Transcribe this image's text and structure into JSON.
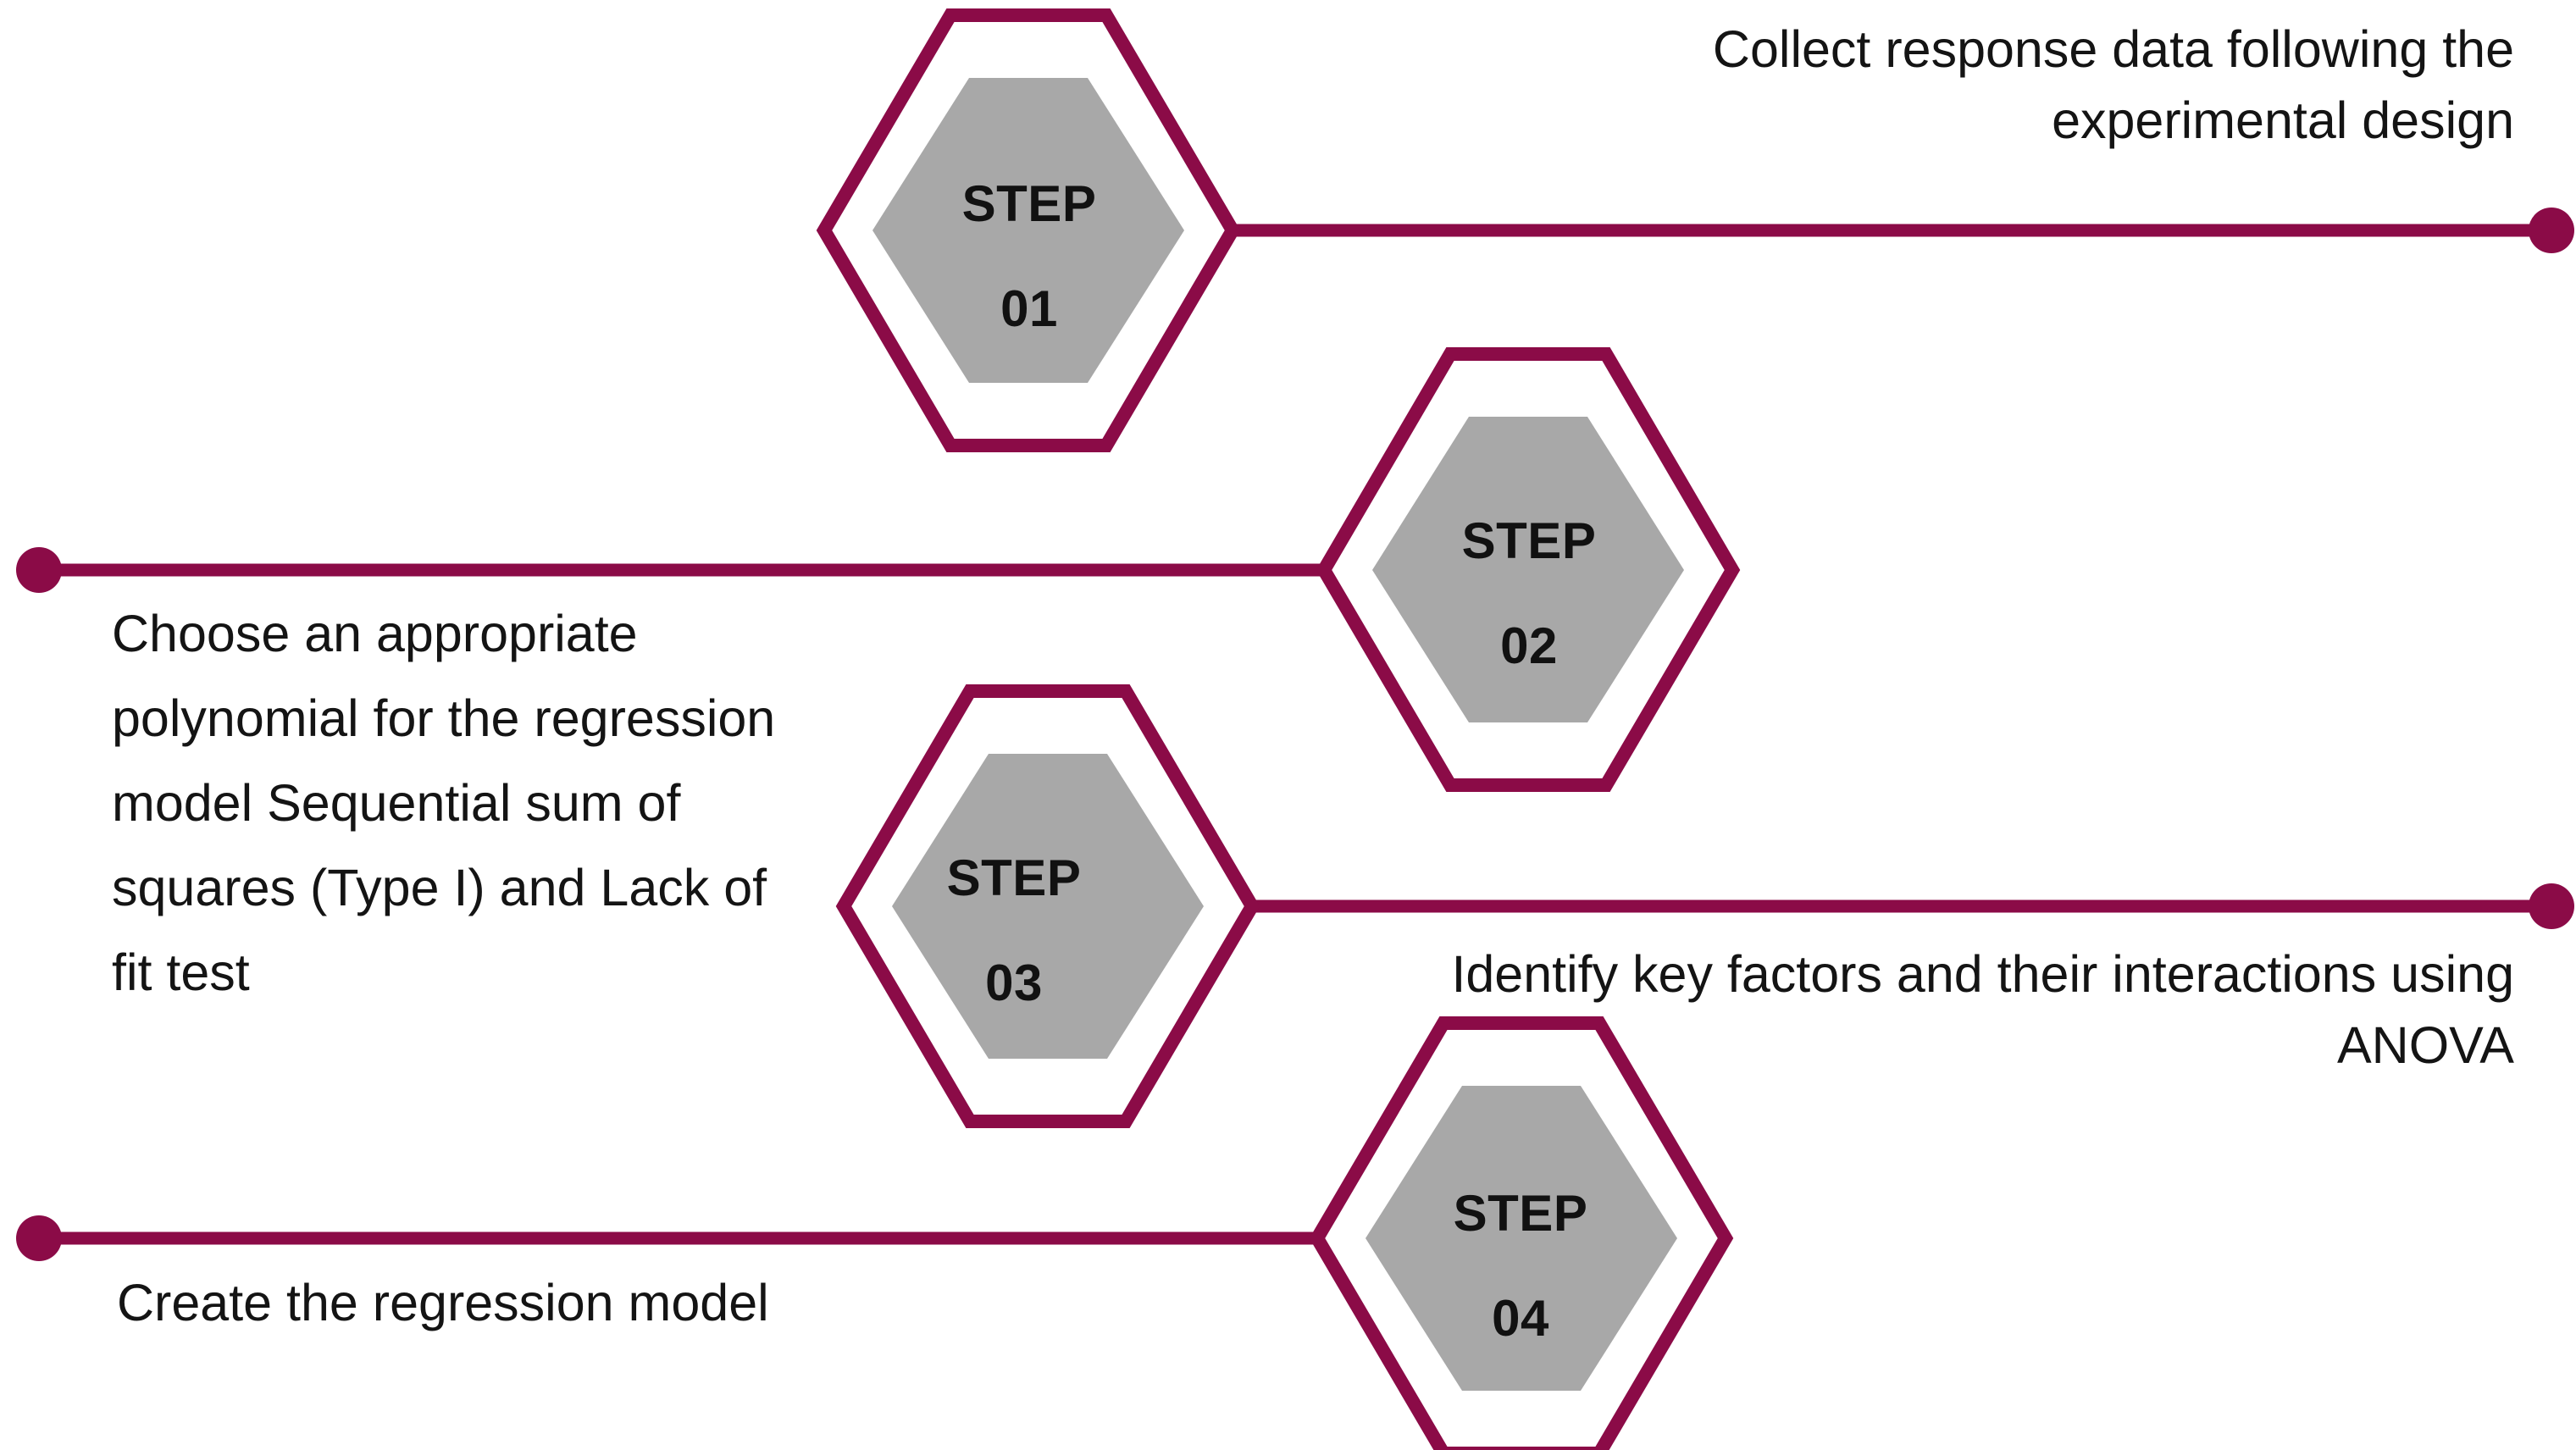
{
  "theme": {
    "accent_color": "#8B0B47",
    "hex_fill_color": "#A8A8A8",
    "background_color": "#FFFFFF",
    "text_color": "#141414"
  },
  "diagram": {
    "type": "process-steps-infographic",
    "step_count": 4,
    "steps": [
      {
        "id": "step-01",
        "badge_line1": "STEP",
        "badge_line2": "01",
        "description": "Collect response data following the experimental design",
        "connector_side": "right",
        "text_align": "right"
      },
      {
        "id": "step-02",
        "badge_line1": "STEP",
        "badge_line2": "02",
        "description": "Choose an appropriate polynomial for the regression model Sequential sum of squares (Type I) and Lack of fit test",
        "connector_side": "left",
        "text_align": "left"
      },
      {
        "id": "step-03",
        "badge_line1": "STEP",
        "badge_line2": "03",
        "description": "Identify key factors and their interactions using ANOVA",
        "connector_side": "right",
        "text_align": "right"
      },
      {
        "id": "step-04",
        "badge_line1": "STEP",
        "badge_line2": "04",
        "description": "Create the regression model",
        "connector_side": "left",
        "text_align": "left"
      }
    ]
  }
}
